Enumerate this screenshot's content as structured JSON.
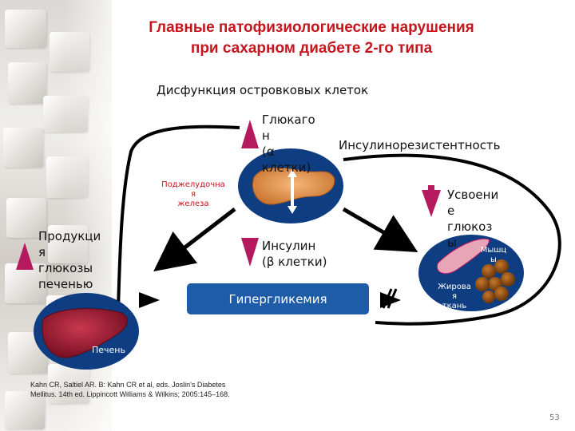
{
  "title": {
    "line1": "Главные патофизиологические нарушения",
    "line2": "при сахарном диабете 2-го типа"
  },
  "subtitle": "Дисфункция островковых клеток",
  "labels": {
    "glucagon": [
      "Глюкаго",
      "н",
      "(α",
      "клетки)"
    ],
    "insulin_resistance": "Инсулинорезистентность",
    "pancreas": [
      "Поджелудочна",
      "я",
      "железа"
    ],
    "glucose_uptake": [
      "Усвоени",
      "е",
      "глюкоз",
      "ы"
    ],
    "liver_production": [
      "Продукци",
      "я",
      "глюкозы",
      "печенью"
    ],
    "insulin": [
      "Инсулин",
      "(β клетки)"
    ],
    "liver": "Печень",
    "muscle": [
      "Мышц",
      "ы"
    ],
    "fat": [
      "Жирова",
      "я",
      "ткань"
    ]
  },
  "hyperglycemia": "Гипергликемия",
  "reference": {
    "line1": "Kahn CR, Saltiel AR. В: Kahn CR et al, eds. Joslin's Diabetes",
    "line2": "Mellitus. 14th ed. Lippincott Williams & Wilkins; 2005:145–168."
  },
  "page_number": "53",
  "colors": {
    "title": "#c4161c",
    "arrow_magenta": "#b5195e",
    "circle_blue": "#0f3d82",
    "box_blue": "#1f5ca8"
  }
}
